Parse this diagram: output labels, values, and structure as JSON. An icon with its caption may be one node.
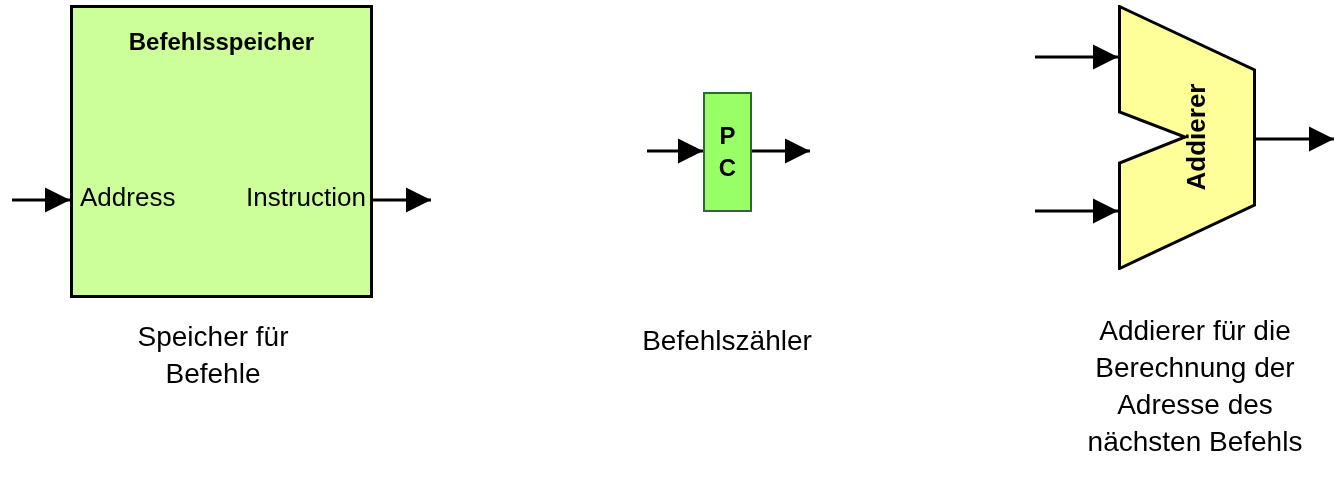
{
  "diagram": {
    "nodes": [
      {
        "text": [
          "Befehlsspeicher",
          "Address",
          "Instruction"
        ]
      },
      {
        "text": [
          "P C"
        ]
      },
      {
        "text": [
          "Addierer"
        ]
      }
    ],
    "edges": [
      {
        "from": null,
        "to": 0,
        "arrow": "to"
      },
      {
        "from": 0,
        "to": null,
        "arrow": "to"
      },
      {
        "from": null,
        "to": 1,
        "arrow": "to"
      },
      {
        "from": 1,
        "to": null,
        "arrow": "to"
      },
      {
        "from": null,
        "to": 2,
        "arrow": "to"
      },
      {
        "from": null,
        "to": 2,
        "arrow": "to"
      },
      {
        "from": 2,
        "to": null,
        "arrow": "to"
      }
    ],
    "labels": [
      "Speicher für Befehle",
      "Befehlszähler",
      "Addierer für die Berechnung der Adresse des nächsten Befehls"
    ]
  }
}
